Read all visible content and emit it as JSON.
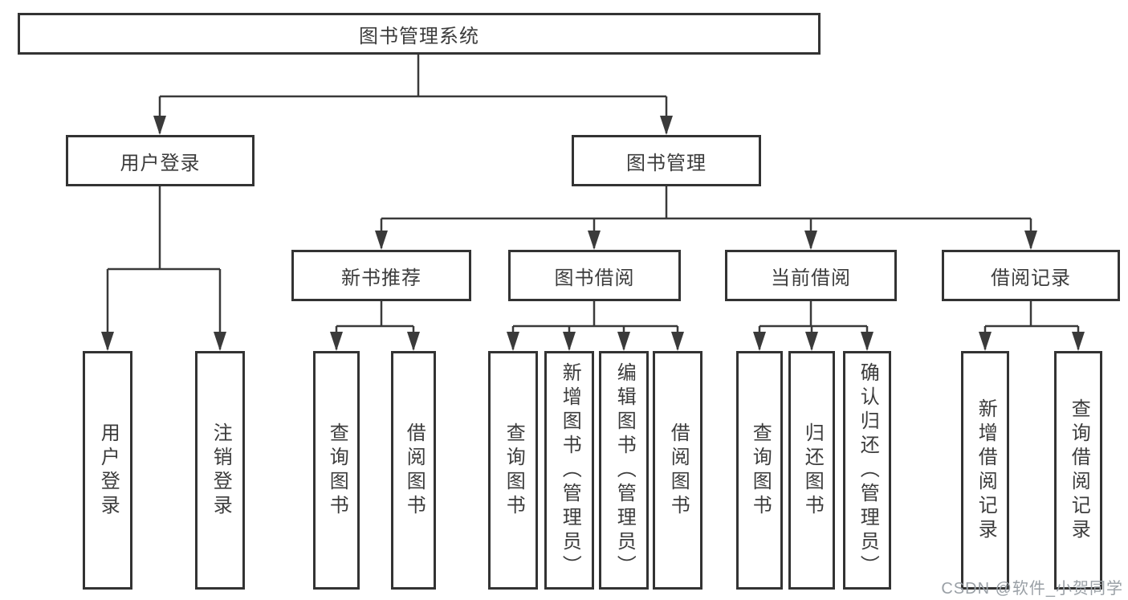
{
  "tree": {
    "root": {
      "label": "图书管理系统"
    },
    "children": [
      {
        "label": "用户登录",
        "children": [
          {
            "label": "用户登录"
          },
          {
            "label": "注销登录"
          }
        ]
      },
      {
        "label": "图书管理",
        "children": [
          {
            "label": "新书推荐",
            "children": [
              {
                "label": "查询图书"
              },
              {
                "label": "借阅图书"
              }
            ]
          },
          {
            "label": "图书借阅",
            "children": [
              {
                "label": "查询图书"
              },
              {
                "label": "新增图书（管理员）"
              },
              {
                "label": "编辑图书（管理员）"
              },
              {
                "label": "借阅图书"
              }
            ]
          },
          {
            "label": "当前借阅",
            "children": [
              {
                "label": "查询图书"
              },
              {
                "label": "归还图书"
              },
              {
                "label": "确认归还（管理员）"
              }
            ]
          },
          {
            "label": "借阅记录",
            "children": [
              {
                "label": "新增借阅记录"
              },
              {
                "label": "查询借阅记录"
              }
            ]
          }
        ]
      }
    ]
  },
  "watermark": {
    "text": "CSDN @软件_小贺同学",
    "color": "#9aa0a6"
  },
  "colors": {
    "line": "#3a3a3a",
    "border": "#333333",
    "text": "#3c3c3c",
    "background": "#ffffff"
  }
}
